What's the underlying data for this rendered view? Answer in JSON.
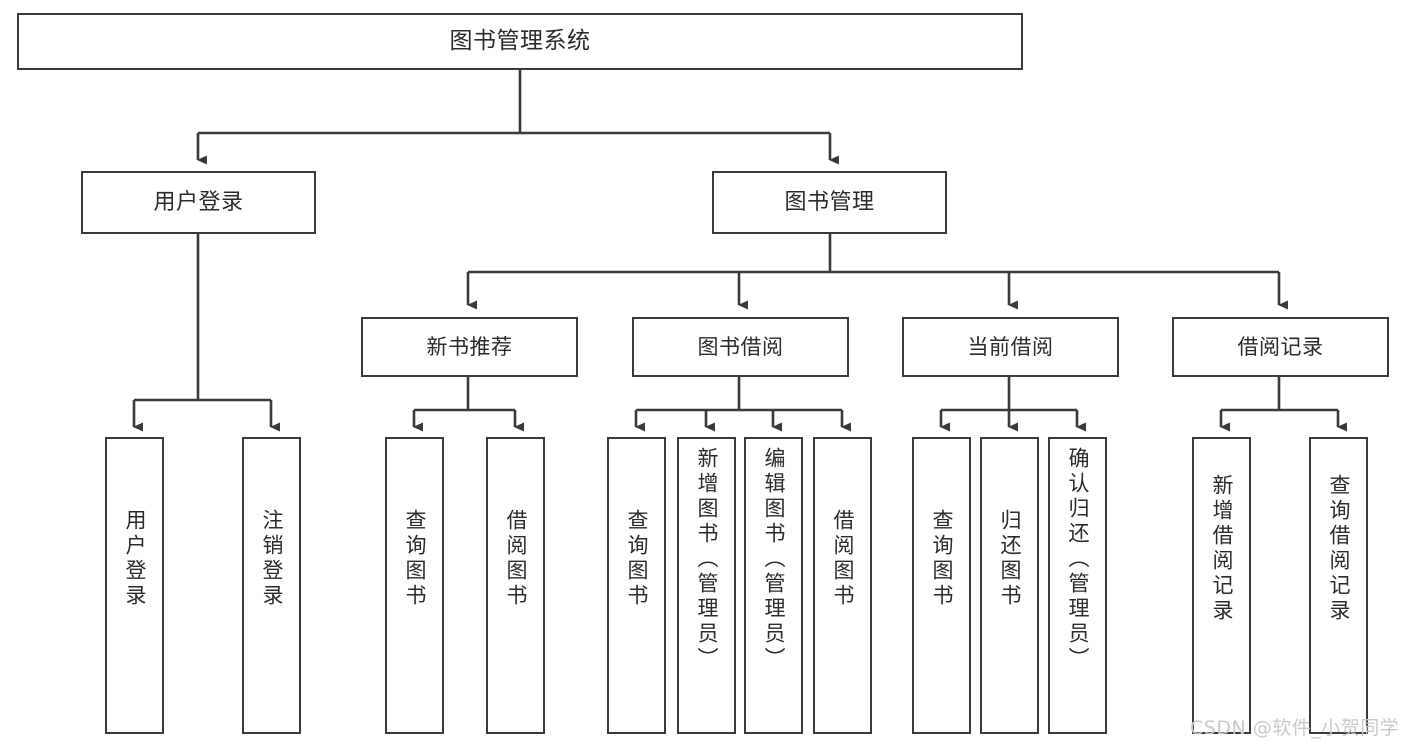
{
  "diagram": {
    "title": "图书管理系统",
    "style": {
      "border_color": "#3a3a3a",
      "text_color": "#2b2b2b",
      "background": "#ffffff",
      "watermark_color": "#c9c9c9"
    },
    "root": {
      "label": "图书管理系统"
    },
    "level1": [
      {
        "label": "用户登录"
      },
      {
        "label": "图书管理"
      }
    ],
    "level2": [
      {
        "label": "新书推荐"
      },
      {
        "label": "图书借阅"
      },
      {
        "label": "当前借阅"
      },
      {
        "label": "借阅记录"
      }
    ],
    "leaves": {
      "user_login": [
        {
          "label": "用户登录"
        },
        {
          "label": "注销登录"
        }
      ],
      "new_book_recommend": [
        {
          "label": "查询图书"
        },
        {
          "label": "借阅图书"
        }
      ],
      "book_borrow": [
        {
          "label": "查询图书"
        },
        {
          "label": "新增图书（管理员）"
        },
        {
          "label": "编辑图书（管理员）"
        },
        {
          "label": "借阅图书"
        }
      ],
      "current_borrow": [
        {
          "label": "查询图书"
        },
        {
          "label": "归还图书"
        },
        {
          "label": "确认归还（管理员）"
        }
      ],
      "borrow_records": [
        {
          "label": "新增借阅记录"
        },
        {
          "label": "查询借阅记录"
        }
      ]
    },
    "watermark": "CSDN @软件_小贺同学"
  }
}
